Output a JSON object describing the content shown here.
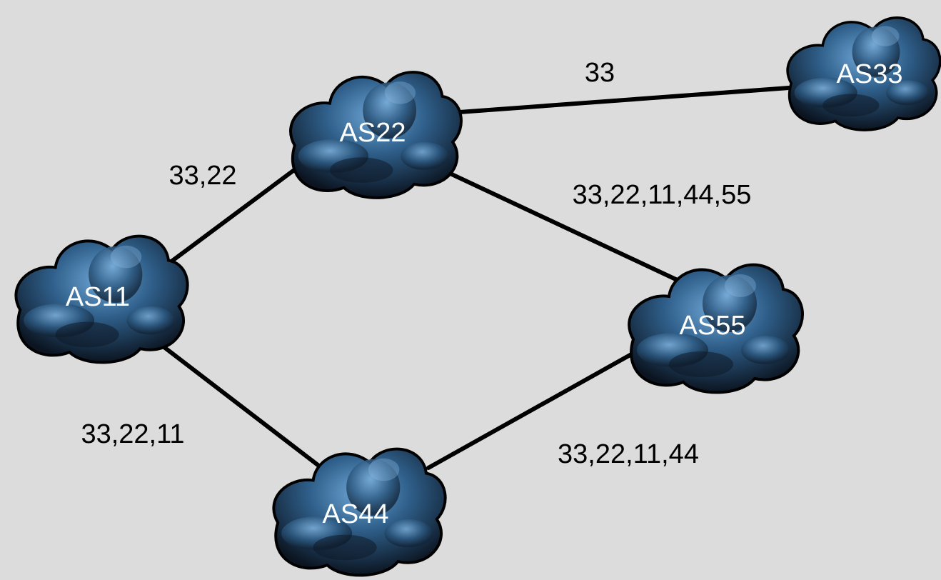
{
  "nodes": [
    {
      "id": "as33",
      "label": "AS33"
    },
    {
      "id": "as22",
      "label": "AS22"
    },
    {
      "id": "as11",
      "label": "AS11"
    },
    {
      "id": "as55",
      "label": "AS55"
    },
    {
      "id": "as44",
      "label": "AS44"
    }
  ],
  "edges": [
    {
      "from": "AS22",
      "to": "AS33",
      "label": "33"
    },
    {
      "from": "AS11",
      "to": "AS22",
      "label": "33,22"
    },
    {
      "from": "AS22",
      "to": "AS55",
      "label": "33,22,11,44,55"
    },
    {
      "from": "AS11",
      "to": "AS44",
      "label": "33,22,11"
    },
    {
      "from": "AS44",
      "to": "AS55",
      "label": "33,22,11,44"
    }
  ],
  "colors": {
    "background": "#dcdcdc",
    "cloud_dark": "#0b1420",
    "cloud_mid": "#2f5f8a",
    "cloud_light": "#6fa6d6",
    "edge": "#000000",
    "node_label": "#ffffff",
    "edge_label": "#000000"
  }
}
